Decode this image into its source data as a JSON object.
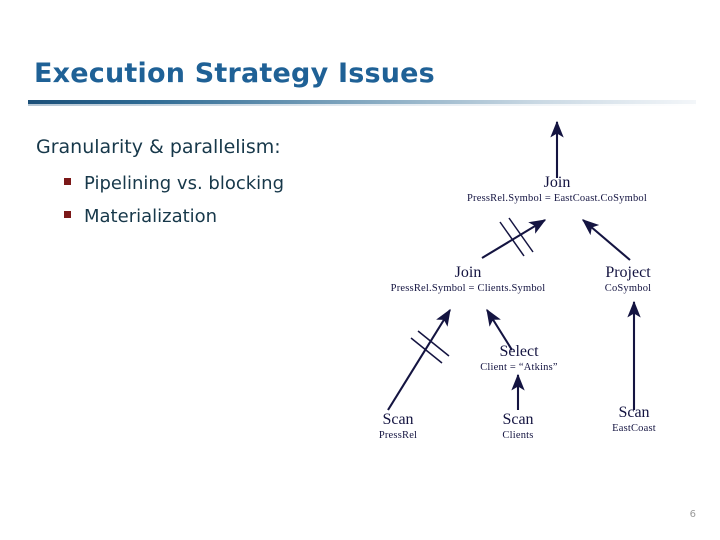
{
  "slide": {
    "title": "Execution Strategy Issues",
    "page_number": "6",
    "accent_color": "#1F6196",
    "bullet_marker_color": "#7B1818",
    "body_text_color": "#17384a",
    "diagram_color": "#141441"
  },
  "body": {
    "heading": "Granularity & parallelism:",
    "bullets": [
      {
        "label": "Pipelining vs. blocking"
      },
      {
        "label": "Materialization"
      }
    ]
  },
  "diagram": {
    "name": "query-execution-plan-tree",
    "nodes": [
      {
        "id": "join-top",
        "op": "Join",
        "arg": "PressRel.Symbol = EastCoast.CoSymbol"
      },
      {
        "id": "join-mid",
        "op": "Join",
        "arg": "PressRel.Symbol = Clients.Symbol"
      },
      {
        "id": "project",
        "op": "Project",
        "arg": "CoSymbol"
      },
      {
        "id": "select",
        "op": "Select",
        "arg": "Client = “Atkins”"
      },
      {
        "id": "scan-pressrel",
        "op": "Scan",
        "arg": "PressRel"
      },
      {
        "id": "scan-clients",
        "op": "Scan",
        "arg": "Clients"
      },
      {
        "id": "scan-eastcoast",
        "op": "Scan",
        "arg": "EastCoast"
      }
    ],
    "edges": [
      {
        "from": "join-top",
        "to": "output",
        "kind": "pipelined"
      },
      {
        "from": "join-mid",
        "to": "join-top",
        "kind": "blocking"
      },
      {
        "from": "project",
        "to": "join-top",
        "kind": "pipelined"
      },
      {
        "from": "scan-pressrel",
        "to": "join-mid",
        "kind": "blocking"
      },
      {
        "from": "select",
        "to": "join-mid",
        "kind": "pipelined"
      },
      {
        "from": "scan-clients",
        "to": "select",
        "kind": "pipelined"
      },
      {
        "from": "scan-eastcoast",
        "to": "project",
        "kind": "pipelined"
      }
    ]
  }
}
